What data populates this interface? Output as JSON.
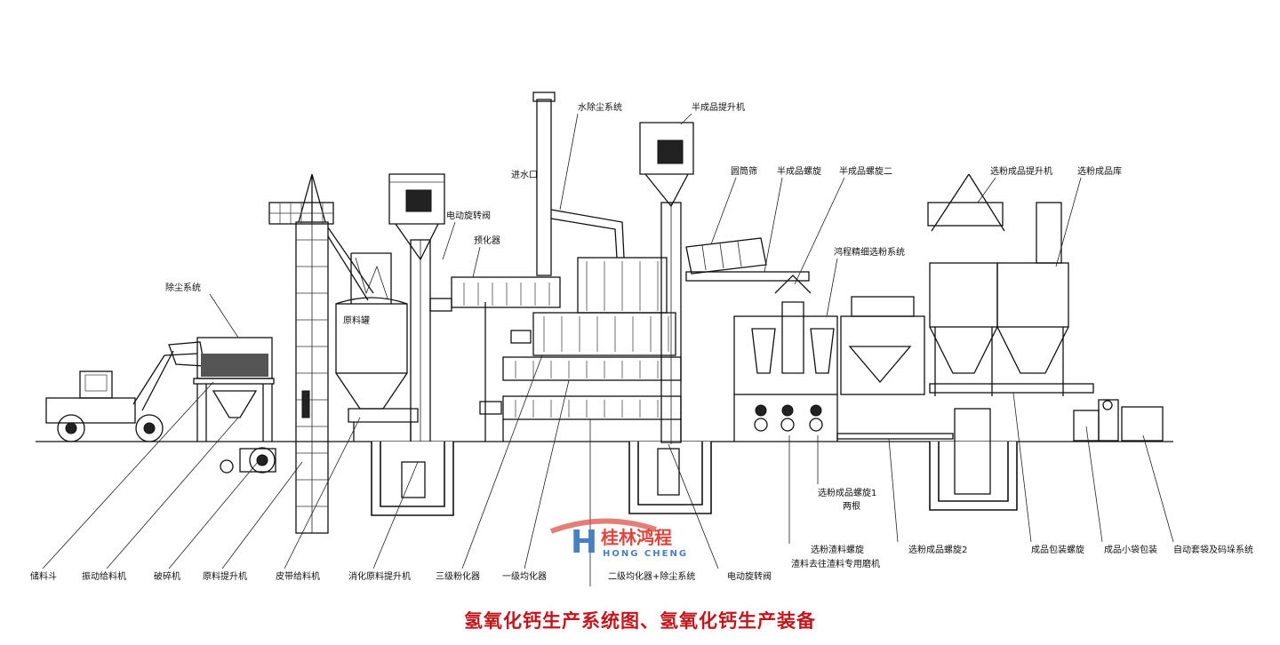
{
  "caption": "氢氧化钙生产系统图、氢氧化钙生产装备",
  "logo": {
    "cn": "桂林鸿程",
    "en": "HONG CHENG",
    "mark": "H",
    "color": "#d9473f",
    "color2": "#4a7fc1"
  },
  "labels_top": {
    "dust_removal": "除尘系统",
    "water_dust": "水除尘系统",
    "water_inlet": "进水口",
    "semi_elevator": "半成品提升机",
    "electric_valve": "电动旋转阀",
    "pre_digester": "预化器",
    "drum_screen": "圆筒筛",
    "semi_screw": "半成品螺旋",
    "semi_screw_2": "半成品螺旋二",
    "hc_classifier": "鸿程精细选粉系统",
    "classified_elevator": "选粉成品提升机",
    "classified_silo": "选粉成品库",
    "raw_tank": "原料罐"
  },
  "labels_bottom": {
    "storage_hopper": "储料斗",
    "vibrating_feeder": "振动给料机",
    "crusher": "破碎机",
    "raw_elevator": "原料提升机",
    "belt_feeder": "皮带给料机",
    "digest_raw_elevator": "消化原料提升机",
    "third_digester": "三级粉化器",
    "first_homogenizer": "一级均化器",
    "second_homogenizer": "二级均化器+除尘系统",
    "electric_valve_2": "电动旋转阀",
    "slag_screw": "选粉渣料螺旋",
    "slag_to_mill": "渣料去往渣料专用磨机",
    "product_screw_1": "选粉成品螺旋1",
    "two_units": "两根",
    "product_screw_2": "选粉成品螺旋2",
    "packing_screw": "成品包装螺旋",
    "small_bag": "成品小袋包装",
    "auto_bagging": "自动套袋及码垛系统"
  }
}
